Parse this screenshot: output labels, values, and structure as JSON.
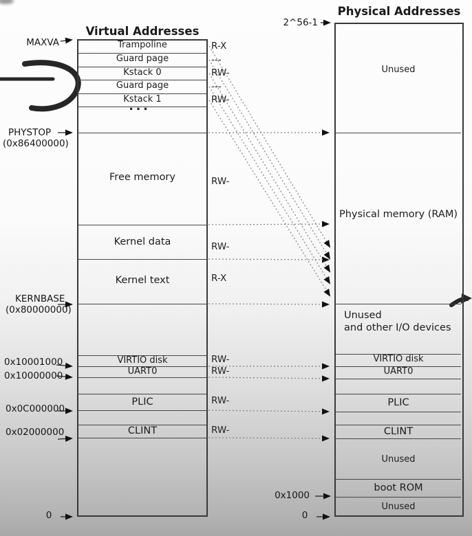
{
  "titles": {
    "virtual": "Virtual Addresses",
    "physical": "Physical Addresses"
  },
  "virtual": {
    "top_pages": [
      {
        "label": "Trampoline",
        "perm": "R-X"
      },
      {
        "label": "Guard page",
        "perm": "---"
      },
      {
        "label": "Kstack 0",
        "perm": "RW-"
      },
      {
        "label": "Guard page",
        "perm": "---"
      },
      {
        "label": "Kstack 1",
        "perm": "RW-"
      }
    ],
    "ellipsis": "...",
    "regions": [
      {
        "label": "Free memory",
        "perm": "RW-"
      },
      {
        "label": "Kernel data",
        "perm": "RW-"
      },
      {
        "label": "Kernel text",
        "perm": "R-X"
      }
    ],
    "devices": [
      {
        "label": "VIRTIO disk",
        "perm": "RW-"
      },
      {
        "label": "UART0",
        "perm": "RW-"
      },
      {
        "label": "PLIC",
        "perm": "RW-"
      },
      {
        "label": "CLINT",
        "perm": "RW-"
      }
    ],
    "addresses": {
      "maxva": "MAXVA",
      "phystop": "PHYSTOP",
      "phystop_hex": "(0x86400000)",
      "kernbase": "KERNBASE",
      "kernbase_hex": "(0x80000000)",
      "virtio": "0x10001000",
      "uart": "0x10000000",
      "plic": "0x0C000000",
      "clint": "0x02000000",
      "zero": "0"
    }
  },
  "physical": {
    "segments": {
      "unused_top": "Unused",
      "ram": "Physical memory (RAM)",
      "io_line1": "Unused",
      "io_line2": "and other I/O devices",
      "virtio": "VIRTIO disk",
      "uart": "UART0",
      "plic": "PLIC",
      "clint": "CLINT",
      "unused_mid": "Unused",
      "bootrom": "boot ROM",
      "unused_bottom": "Unused"
    },
    "addresses": {
      "top": "2^56-1",
      "bootrom": "0x1000",
      "zero": "0"
    }
  },
  "colors": {
    "ink": "#1c1c1c",
    "box_line": "#454545",
    "dotted_arrow": "#808080",
    "pen_annotation": "#141414",
    "background_top": "#fdfdfd",
    "background_bottom": "#a8a8a8"
  }
}
